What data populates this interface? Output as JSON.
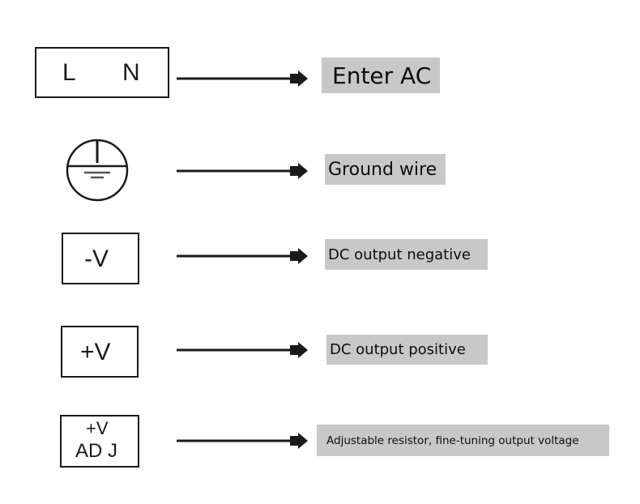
{
  "rows": [
    {
      "symbol": {
        "type": "terminal-box",
        "texts": [
          "L",
          "N"
        ]
      },
      "label": "Enter AC"
    },
    {
      "symbol": {
        "type": "ground-icon"
      },
      "label": "Ground wire"
    },
    {
      "symbol": {
        "type": "terminal-box",
        "texts": [
          "-V"
        ]
      },
      "label": "DC output negative"
    },
    {
      "symbol": {
        "type": "terminal-box",
        "texts": [
          "+V"
        ]
      },
      "label": "DC output positive"
    },
    {
      "symbol": {
        "type": "terminal-box",
        "texts": [
          "+V",
          "AD J"
        ]
      },
      "label": "Adjustable resistor, fine-tuning output voltage"
    }
  ],
  "colors": {
    "line": "#1a1a1a",
    "label_bg": "#c8c8c8",
    "text": "#0d0d0d"
  }
}
